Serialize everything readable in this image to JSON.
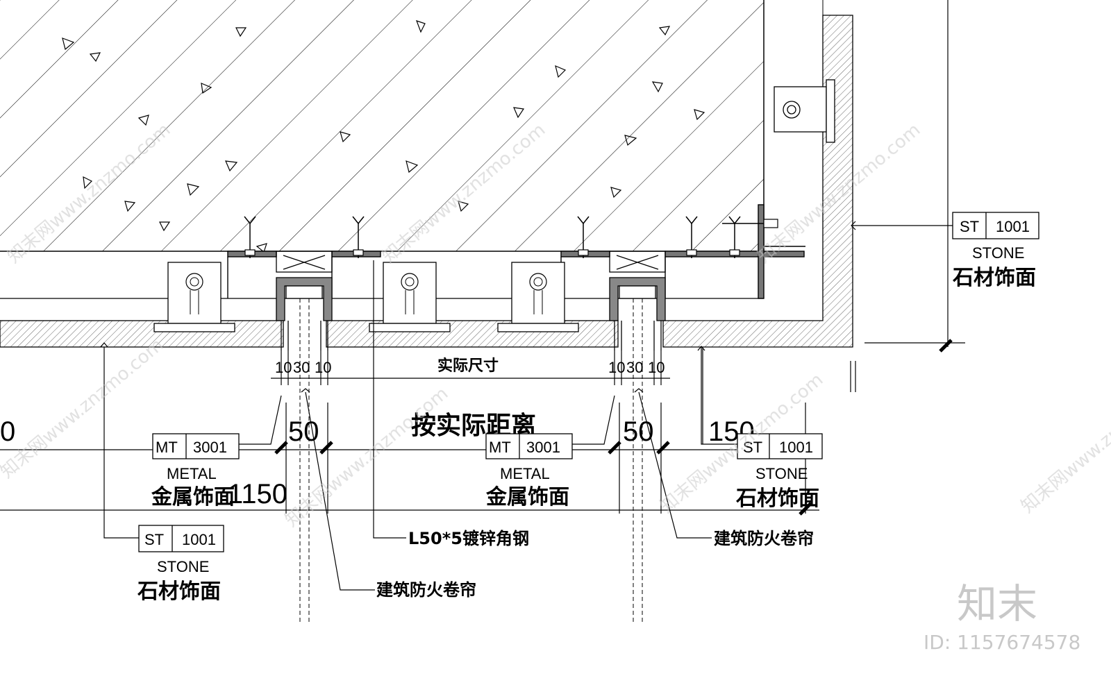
{
  "tags": [
    {
      "code": "ST",
      "num": "1001",
      "en": "STONE",
      "cn": "石材饰面"
    },
    {
      "code": "MT",
      "num": "3001",
      "en": "METAL",
      "cn": "金属饰面"
    },
    {
      "code": "MT",
      "num": "3001",
      "en": "METAL",
      "cn": "金属饰面"
    },
    {
      "code": "ST",
      "num": "1001",
      "en": "STONE",
      "cn": "石材饰面"
    },
    {
      "code": "ST",
      "num": "1001",
      "en": "STONE",
      "cn": "石材饰面"
    }
  ],
  "dimensions": {
    "gap_left": [
      "10",
      "30",
      "10"
    ],
    "gap_right": [
      "10",
      "30",
      "10"
    ],
    "actual_size": "实际尺寸",
    "by_actual_distance": "按实际距离",
    "d50_left": "50",
    "d50_right": "50",
    "d150": "150",
    "d1150": "1150",
    "d0": "0"
  },
  "notes": {
    "angle_steel": "L50*5镀锌角钢",
    "fire_shutter_1": "建筑防火卷帘",
    "fire_shutter_2": "建筑防火卷帘"
  },
  "watermark": {
    "brand": "知末",
    "id": "ID: 1157674578",
    "tiled": "知末网www.znzmo.com"
  },
  "colors": {
    "line": "#000000",
    "watermark": "#c8c8c8"
  }
}
